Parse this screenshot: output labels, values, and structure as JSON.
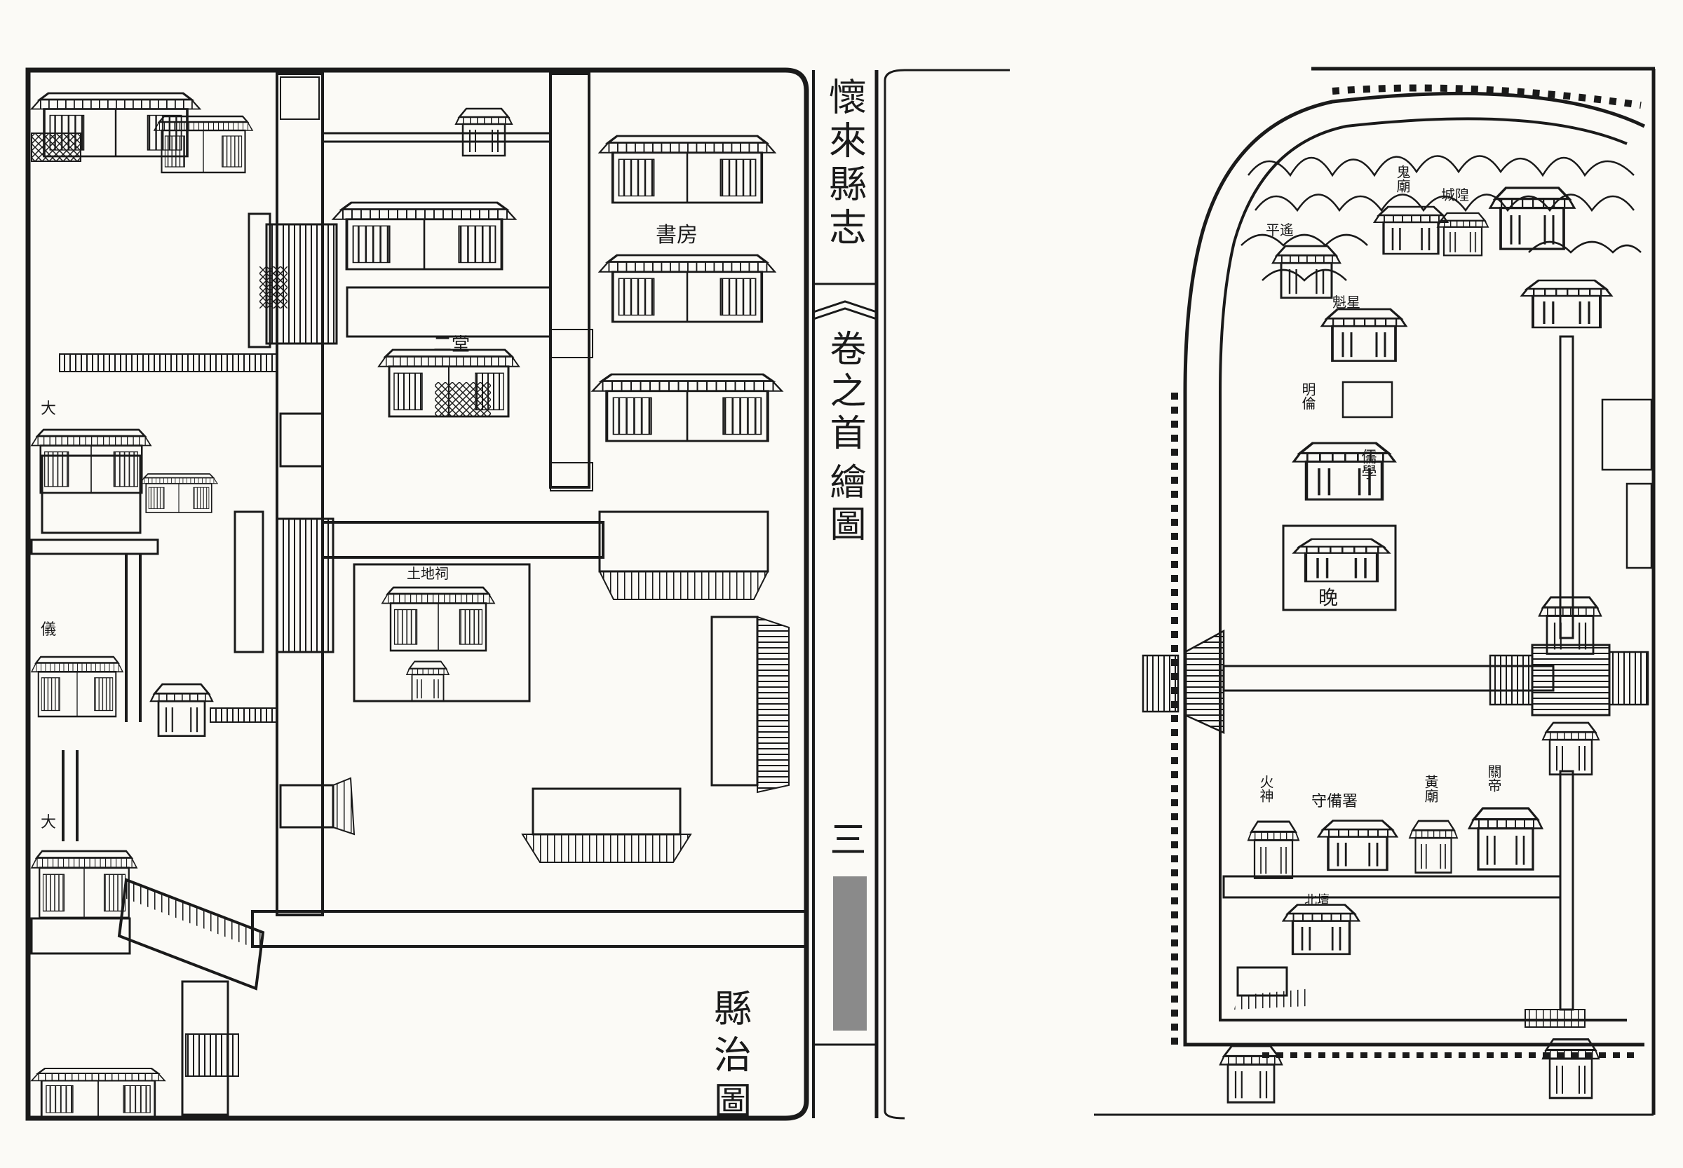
{
  "spine": {
    "title": "懷來縣志",
    "volume": "卷之首",
    "section": "繪圖",
    "page_number": "三"
  },
  "left_map": {
    "caption": "縣治圖",
    "labels": {
      "study": "書房",
      "second_hall": "二堂",
      "earth_god_shrine": "土地祠",
      "ceremony_gate": "儀",
      "great_gate_1": "大",
      "great_gate_2": "大"
    }
  },
  "right_map": {
    "labels": {
      "ping_yao": "平遙",
      "wu_miao": "鬼廟",
      "city_temple": "城隍",
      "kui_star": "魁星",
      "confucian_school": "儒學",
      "hall_of_instruction": "明倫",
      "evening_sign": "晚",
      "guard_office": "守備署",
      "fire_god": "火神",
      "guan_di": "關帝",
      "yellow_temple": "黃廟",
      "north_altar": "北壇"
    }
  },
  "colors": {
    "paper": "#fbfaf6",
    "ink": "#1a1a1a",
    "spine_gray": "#8a8a8a"
  }
}
